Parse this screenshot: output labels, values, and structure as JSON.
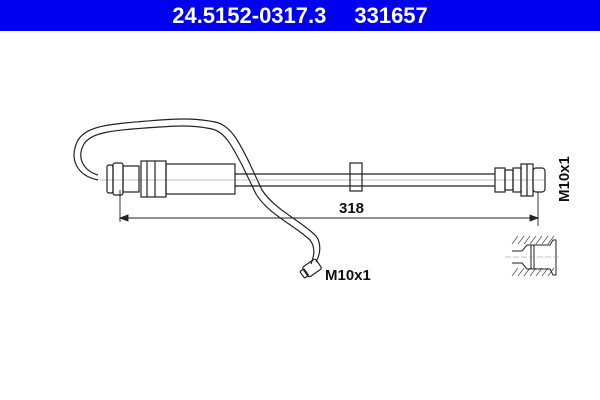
{
  "header": {
    "part_number": "24.5152-0317.3",
    "ref_number": "331657",
    "background_color": "#0000f0",
    "text_color": "#ffffff"
  },
  "drawing": {
    "dimension_length": "318",
    "thread_left_bottom": "M10x1",
    "thread_right": "M10x1",
    "components": [
      "brake-line-pipe",
      "hose-fitting-left",
      "hose",
      "hose-clip",
      "hose-fitting-right",
      "threaded-port-section-view"
    ]
  }
}
